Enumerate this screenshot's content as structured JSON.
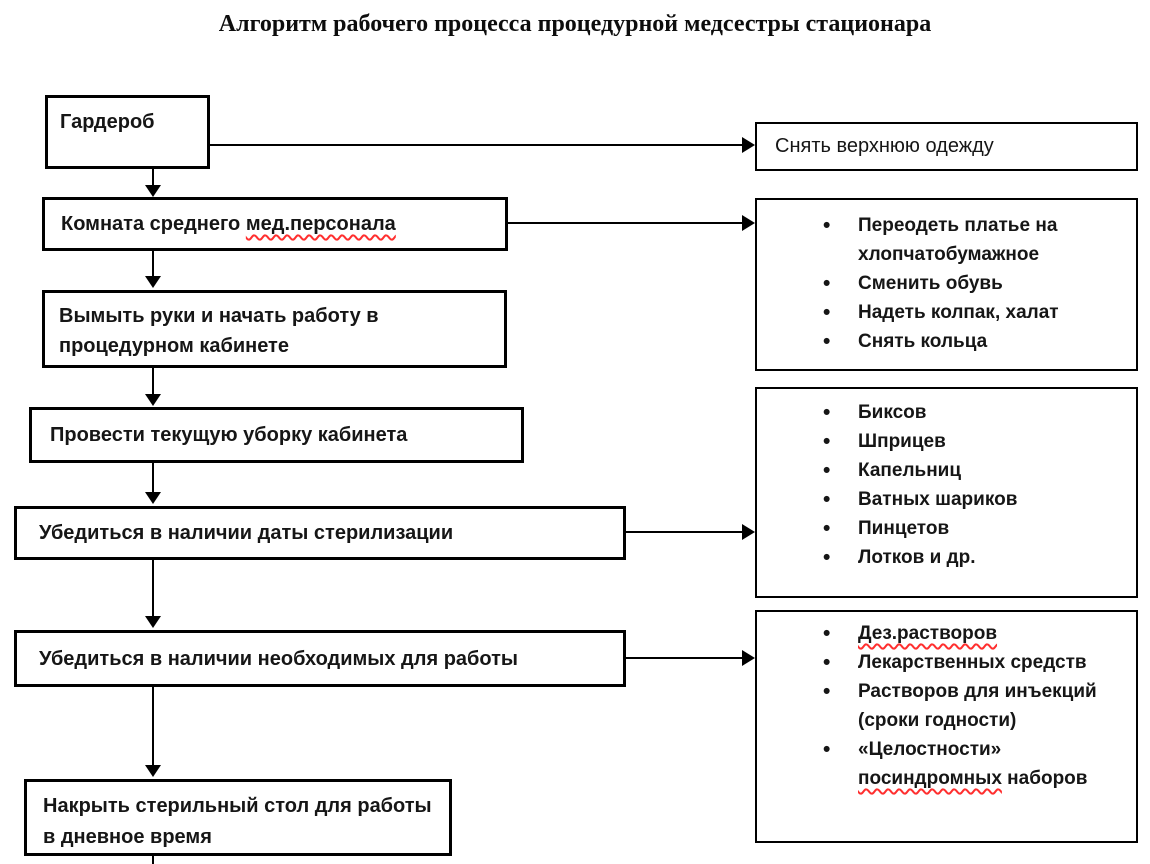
{
  "title": "Алгоритм рабочего процесса процедурной медсестры стационара",
  "flow": {
    "steps": [
      {
        "label": "Гардероб"
      },
      {
        "pre": "Комната среднего ",
        "mis": "мед.персонала"
      },
      {
        "label": "Вымыть руки и начать работу в процедурном кабинете"
      },
      {
        "label": "Провести текущую уборку кабинета"
      },
      {
        "label": "Убедиться в наличии даты стерилизации"
      },
      {
        "label": "Убедиться в наличии необходимых для работы"
      },
      {
        "label": "Накрыть стерильный стол для работы в дневное время"
      }
    ]
  },
  "notes": [
    {
      "label": "Снять верхнюю одежду"
    },
    {
      "items": [
        "Переодеть платье на хлопчатобумажное",
        "Сменить обувь",
        "Надеть колпак, халат",
        "Снять кольца"
      ]
    },
    {
      "items": [
        "Биксов",
        "Шприцев",
        "Капельниц",
        "Ватных шариков",
        "Пинцетов",
        "Лотков и др."
      ]
    },
    {
      "items": [
        {
          "text": "Дез.растворов",
          "misspelled": true
        },
        {
          "text": "Лекарственных средств"
        },
        {
          "text": "Растворов для инъекций (сроки годности)"
        },
        {
          "pre": "«Целостности» ",
          "mis": "посиндромных",
          "post": " наборов"
        }
      ]
    }
  ],
  "colors": {
    "background": "#ffffff",
    "line": "#000000",
    "text": "#161616",
    "spellcheck_underline": "#ff2f2f"
  }
}
